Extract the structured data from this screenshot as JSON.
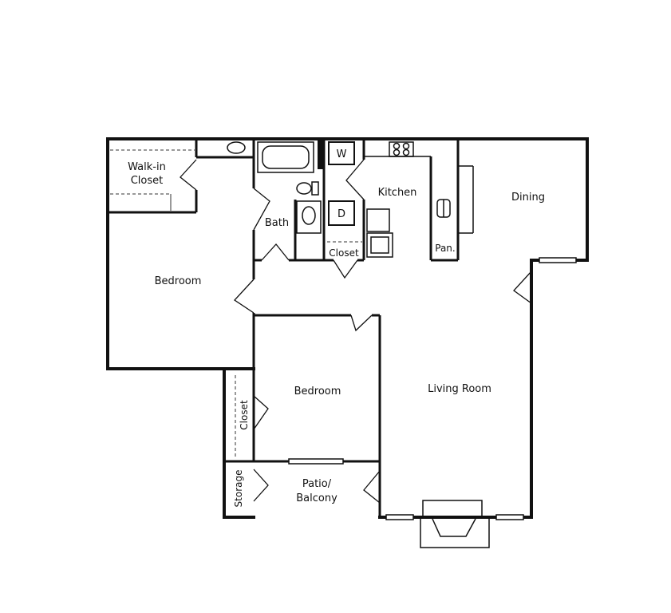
{
  "colors": {
    "wall": "#111111",
    "background": "#ffffff",
    "line": "#333333"
  },
  "rooms": {
    "walk_in_closet": {
      "line1": "Walk-in",
      "line2": "Closet"
    },
    "bath": "Bath",
    "kitchen": "Kitchen",
    "dining": "Dining",
    "pantry": "Pan.",
    "hall_closet": "Closet",
    "bedroom_1": "Bedroom",
    "bedroom_2": "Bedroom",
    "living_room": "Living Room",
    "side_closet": "Closet",
    "storage": "Storage",
    "patio": {
      "line1": "Patio/",
      "line2": "Balcony"
    }
  },
  "appliances": {
    "washer": "W",
    "dryer": "D"
  }
}
